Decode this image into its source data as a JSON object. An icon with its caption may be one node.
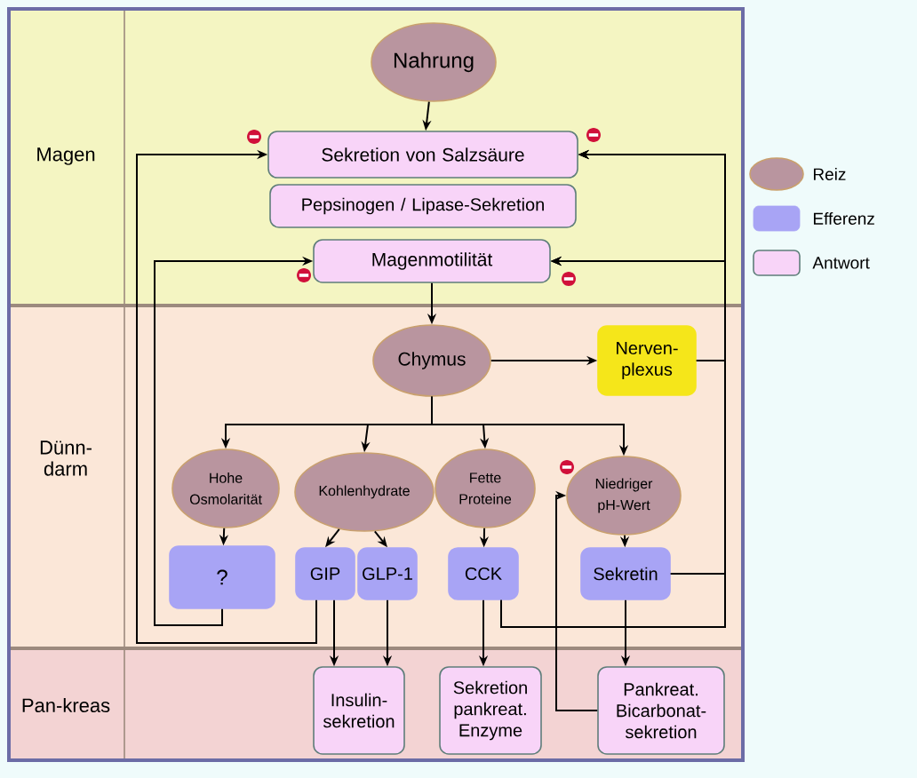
{
  "diagram": {
    "nodes": [
      {
        "text": [
          "Magen"
        ]
      },
      {
        "text": [
          "Dünn-darm"
        ]
      },
      {
        "text": [
          "Pan-kreas"
        ]
      },
      {
        "text": [
          "Nahrung"
        ],
        "in": 0
      },
      {
        "text": [
          "Sekretion von Salzsäure"
        ],
        "in": 0
      },
      {
        "text": [
          "Pepsinogen / Lipase-Sekretion"
        ],
        "in": 0
      },
      {
        "text": [
          "Magenmotilität"
        ],
        "in": 0
      },
      {
        "text": [
          "Chymus"
        ],
        "in": 1
      },
      {
        "text": [
          "Nerven-plexus"
        ],
        "in": 1
      },
      {
        "text": [
          "Hohe Osmolarität"
        ],
        "in": 1
      },
      {
        "text": [
          "Kohlenhydrate"
        ],
        "in": 1
      },
      {
        "text": [
          "Fette Proteine"
        ],
        "in": 1
      },
      {
        "text": [
          "Niedriger pH-Wert"
        ],
        "in": 1
      },
      {
        "text": [
          "?"
        ],
        "in": 1
      },
      {
        "text": [
          "GIP"
        ],
        "in": 1
      },
      {
        "text": [
          "GLP-1"
        ],
        "in": 1
      },
      {
        "text": [
          "CCK"
        ],
        "in": 1
      },
      {
        "text": [
          "Sekretin"
        ],
        "in": 1
      },
      {
        "text": [
          "Insulin-sekretion"
        ],
        "in": 2
      },
      {
        "text": [
          "Sekretion pankreat. Enzyme"
        ],
        "in": 2
      },
      {
        "text": [
          "Pankreat. Bicarbonat-sekretion"
        ],
        "in": 2
      }
    ],
    "edges": [
      {
        "from": 3,
        "to": 4,
        "arrow": "to"
      },
      {
        "from": 6,
        "to": 7,
        "arrow": "to"
      },
      {
        "from": 7,
        "to": 8,
        "arrow": "to"
      },
      {
        "from": 7,
        "to": 9,
        "arrow": "to"
      },
      {
        "from": 7,
        "to": 10,
        "arrow": "to"
      },
      {
        "from": 7,
        "to": 11,
        "arrow": "to"
      },
      {
        "from": 7,
        "to": 12,
        "arrow": "to"
      },
      {
        "from": 9,
        "to": 13,
        "arrow": "to"
      },
      {
        "from": 10,
        "to": 14,
        "arrow": "to"
      },
      {
        "from": 10,
        "to": 15,
        "arrow": "to"
      },
      {
        "from": 11,
        "to": 16,
        "arrow": "to"
      },
      {
        "from": 12,
        "to": 17,
        "arrow": "to"
      },
      {
        "from": 14,
        "to": 18,
        "arrow": "to"
      },
      {
        "from": 15,
        "to": 18,
        "arrow": "to"
      },
      {
        "from": 16,
        "to": 19,
        "arrow": "to"
      },
      {
        "from": 17,
        "to": 20,
        "arrow": "to"
      },
      {
        "from": 14,
        "to": 4,
        "arrow": "to"
      },
      {
        "from": 13,
        "to": 6,
        "arrow": "to"
      },
      {
        "from": 16,
        "to": 4,
        "arrow": "to"
      },
      {
        "from": 16,
        "to": 6,
        "arrow": "to"
      },
      {
        "from": 8,
        "to": 4,
        "arrow": "to"
      },
      {
        "from": 8,
        "to": 6,
        "arrow": "to"
      },
      {
        "from": 17,
        "to": 4,
        "arrow": "to"
      },
      {
        "from": 17,
        "to": 6,
        "arrow": "to"
      },
      {
        "from": 20,
        "to": 12,
        "arrow": "to"
      }
    ],
    "legend": [
      {
        "text": "Reiz",
        "color": "#b9959f"
      },
      {
        "text": "Efferenz",
        "color": "#a8a4f5"
      },
      {
        "text": "Antwort",
        "color": "#f8d4f8"
      }
    ]
  }
}
